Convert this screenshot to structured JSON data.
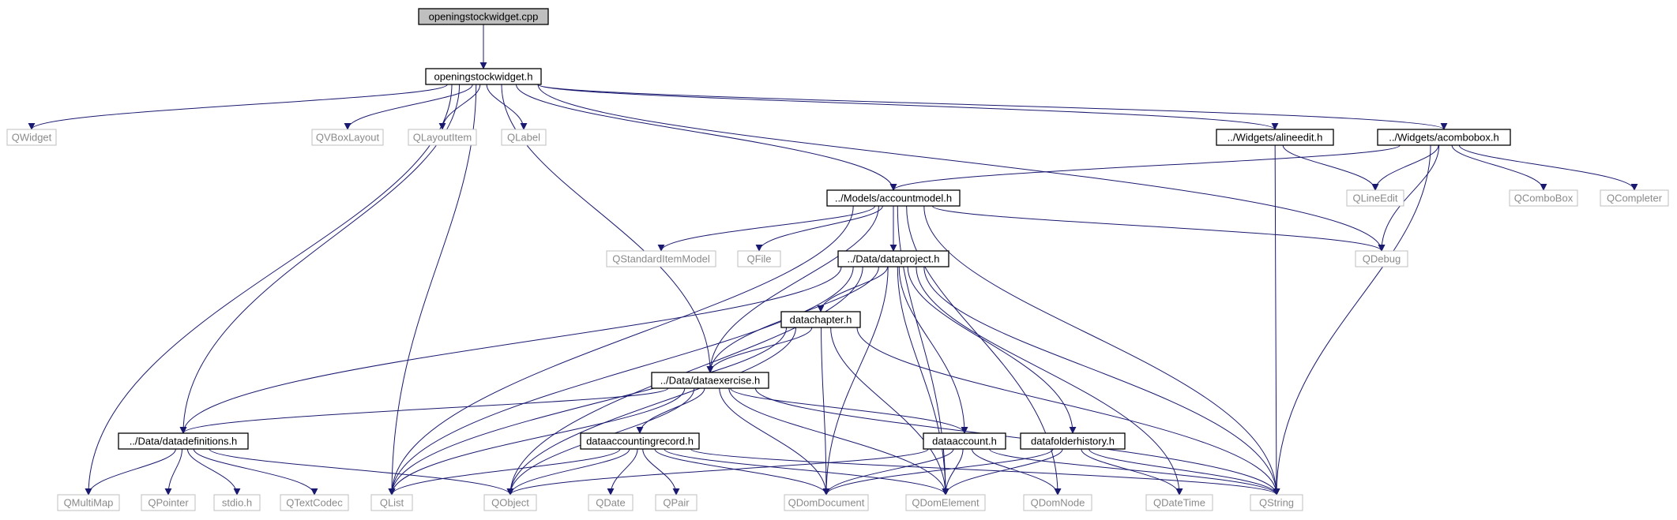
{
  "diagram": {
    "nodes": {
      "cpp": "openingstockwidget.cpp",
      "osw": "openingstockwidget.h",
      "qwidget": "QWidget",
      "qvbox": "QVBoxLayout",
      "qlayoutitem": "QLayoutItem",
      "qlabel": "QLabel",
      "alineedit": "../Widgets/alineedit.h",
      "acombobox": "../Widgets/acombobox.h",
      "accountmodel": "../Models/accountmodel.h",
      "qlineedit": "QLineEdit",
      "qcombobox": "QComboBox",
      "qcompleter": "QCompleter",
      "qsim": "QStandardItemModel",
      "qfile": "QFile",
      "dataproject": "../Data/dataproject.h",
      "qdebug": "QDebug",
      "datachapter": "datachapter.h",
      "dataexercise": "../Data/dataexercise.h",
      "datadefs": "../Data/datadefinitions.h",
      "dataaccrec": "dataaccountingrecord.h",
      "dataaccount": "dataaccount.h",
      "datafolder": "datafolderhistory.h",
      "qmultimap": "QMultiMap",
      "qpointer": "QPointer",
      "stdio": "stdio.h",
      "qtextcodec": "QTextCodec",
      "qlist": "QList",
      "qobject": "QObject",
      "qdate": "QDate",
      "qpair": "QPair",
      "qdomdocument": "QDomDocument",
      "qdomelement": "QDomElement",
      "qdomnode": "QDomNode",
      "qdatetime": "QDateTime",
      "qstring": "QString"
    },
    "edges": [
      [
        "cpp",
        "osw"
      ],
      [
        "osw",
        "qwidget"
      ],
      [
        "osw",
        "qvbox"
      ],
      [
        "osw",
        "qlayoutitem"
      ],
      [
        "osw",
        "qlabel"
      ],
      [
        "osw",
        "alineedit"
      ],
      [
        "osw",
        "acombobox"
      ],
      [
        "osw",
        "accountmodel"
      ],
      [
        "osw",
        "qdebug"
      ],
      [
        "osw",
        "dataexercise"
      ],
      [
        "osw",
        "datadefs"
      ],
      [
        "osw",
        "qlist"
      ],
      [
        "osw",
        "qmultimap"
      ],
      [
        "alineedit",
        "qlineedit"
      ],
      [
        "alineedit",
        "qstring"
      ],
      [
        "acombobox",
        "accountmodel"
      ],
      [
        "acombobox",
        "qlineedit"
      ],
      [
        "acombobox",
        "qcombobox"
      ],
      [
        "acombobox",
        "qcompleter"
      ],
      [
        "acombobox",
        "qdebug"
      ],
      [
        "acombobox",
        "qstring"
      ],
      [
        "accountmodel",
        "qsim"
      ],
      [
        "accountmodel",
        "qfile"
      ],
      [
        "accountmodel",
        "dataproject"
      ],
      [
        "accountmodel",
        "qdebug"
      ],
      [
        "accountmodel",
        "dataexercise"
      ],
      [
        "accountmodel",
        "qlist"
      ],
      [
        "accountmodel",
        "qstring"
      ],
      [
        "accountmodel",
        "qdomelement"
      ],
      [
        "accountmodel",
        "qdomnode"
      ],
      [
        "dataproject",
        "datachapter"
      ],
      [
        "dataproject",
        "dataexercise"
      ],
      [
        "dataproject",
        "datadefs"
      ],
      [
        "dataproject",
        "dataaccount"
      ],
      [
        "dataproject",
        "datafolder"
      ],
      [
        "dataproject",
        "qlist"
      ],
      [
        "dataproject",
        "qobject"
      ],
      [
        "dataproject",
        "qdomdocument"
      ],
      [
        "dataproject",
        "qdomelement"
      ],
      [
        "dataproject",
        "qdatetime"
      ],
      [
        "dataproject",
        "qstring"
      ],
      [
        "datachapter",
        "dataexercise"
      ],
      [
        "datachapter",
        "qlist"
      ],
      [
        "datachapter",
        "qobject"
      ],
      [
        "datachapter",
        "qdomdocument"
      ],
      [
        "datachapter",
        "qdomelement"
      ],
      [
        "datachapter",
        "qstring"
      ],
      [
        "dataexercise",
        "datadefs"
      ],
      [
        "dataexercise",
        "dataaccrec"
      ],
      [
        "dataexercise",
        "dataaccount"
      ],
      [
        "dataexercise",
        "qlist"
      ],
      [
        "dataexercise",
        "qobject"
      ],
      [
        "dataexercise",
        "qdomdocument"
      ],
      [
        "dataexercise",
        "qdomelement"
      ],
      [
        "dataexercise",
        "qstring"
      ],
      [
        "datadefs",
        "qmultimap"
      ],
      [
        "datadefs",
        "qpointer"
      ],
      [
        "datadefs",
        "stdio"
      ],
      [
        "datadefs",
        "qtextcodec"
      ],
      [
        "datadefs",
        "qobject"
      ],
      [
        "dataaccrec",
        "qlist"
      ],
      [
        "dataaccrec",
        "qobject"
      ],
      [
        "dataaccrec",
        "qdate"
      ],
      [
        "dataaccrec",
        "qpair"
      ],
      [
        "dataaccrec",
        "qdomdocument"
      ],
      [
        "dataaccrec",
        "qdomelement"
      ],
      [
        "dataaccrec",
        "qstring"
      ],
      [
        "dataaccount",
        "qobject"
      ],
      [
        "dataaccount",
        "qdomdocument"
      ],
      [
        "dataaccount",
        "qdomelement"
      ],
      [
        "dataaccount",
        "qdomnode"
      ],
      [
        "dataaccount",
        "qstring"
      ],
      [
        "datafolder",
        "qdomdocument"
      ],
      [
        "datafolder",
        "qdomelement"
      ],
      [
        "datafolder",
        "qdatetime"
      ],
      [
        "datafolder",
        "qstring"
      ]
    ],
    "colors": {
      "edge": "#191970",
      "internal_border": "#000000",
      "external_border": "#bfbfbf",
      "root_fill": "#bfbfbf"
    }
  }
}
